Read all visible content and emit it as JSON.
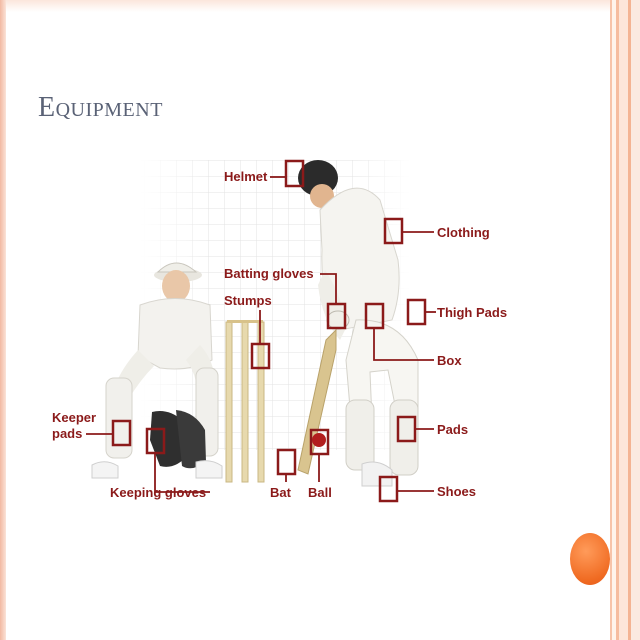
{
  "slide": {
    "title": "Equipment"
  },
  "labels": {
    "helmet": "Helmet",
    "clothing": "Clothing",
    "batting_gloves": "Batting gloves",
    "stumps": "Stumps",
    "thigh_pads": "Thigh Pads",
    "box": "Box",
    "keeper_pads_1": "Keeper",
    "keeper_pads_2": "pads",
    "pads": "Pads",
    "keeping_gloves": "Keeping gloves",
    "bat": "Bat",
    "ball": "Ball",
    "shoes": "Shoes"
  },
  "colors": {
    "label": "#8b1a1a",
    "title": "#5a6276",
    "accent_dot": "#f06b22"
  }
}
